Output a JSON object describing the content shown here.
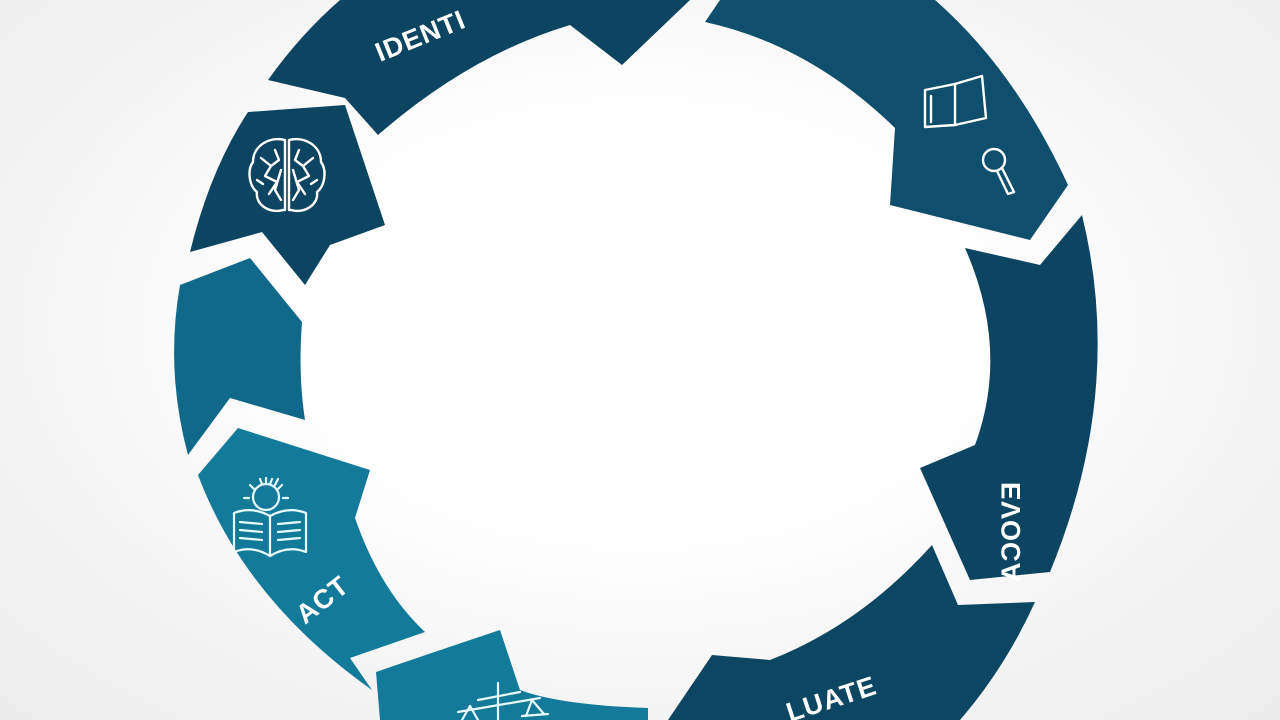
{
  "diagram": {
    "colors": {
      "dark": "#0c4461",
      "mid": "#11587a",
      "teal": "#137a9a",
      "light_teal": "#1584a4",
      "icon": "#ffffff"
    },
    "segments": [
      {
        "id": "identify",
        "label": "IDENTI",
        "color": "#0c4461",
        "icon": ""
      },
      {
        "id": "research",
        "label": "",
        "color": "#0f4e6c",
        "icon": "book-magnifier-icon"
      },
      {
        "id": "evoca",
        "label": "EVOCA",
        "color": "#0c4461",
        "icon": ""
      },
      {
        "id": "evaluate",
        "label": "LUATE",
        "color": "#0d4663",
        "icon": ""
      },
      {
        "id": "judge",
        "label": "",
        "color": "#137a9a",
        "icon": "scales-icon"
      },
      {
        "id": "act",
        "label": "ACT",
        "color": "#137a9a",
        "icon": "open-book-gear-icon"
      },
      {
        "id": "plain",
        "label": "",
        "color": "#11698a",
        "icon": ""
      },
      {
        "id": "think",
        "label": "",
        "color": "#0c4461",
        "icon": "brain-icon"
      }
    ]
  }
}
